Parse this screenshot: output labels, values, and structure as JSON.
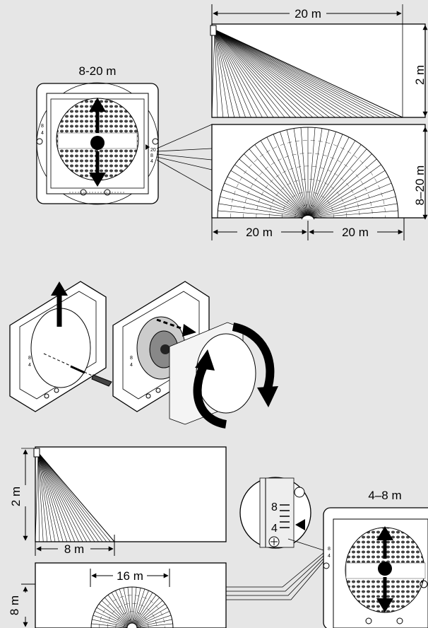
{
  "labels": {
    "range_top": "8-20 m",
    "top_width": "20 m",
    "top_height": "2 m",
    "top_depth": "8–20 m",
    "top_left_half": "20 m",
    "top_right_half": "20 m",
    "bottom_range": "4–8 m",
    "bottom_height": "2 m",
    "bottom_width": "8 m",
    "bottom_spread": "16 m",
    "bottom_depth": "8 m",
    "scale_8": "8",
    "scale_4": "4",
    "scale_20": "20",
    "scale_small_8": "8",
    "scale_small_4": "4"
  },
  "colors": {
    "background": "#e6e6e6",
    "line": "#000000",
    "panel": "#ffffff",
    "lens": "#d8d8d8"
  }
}
